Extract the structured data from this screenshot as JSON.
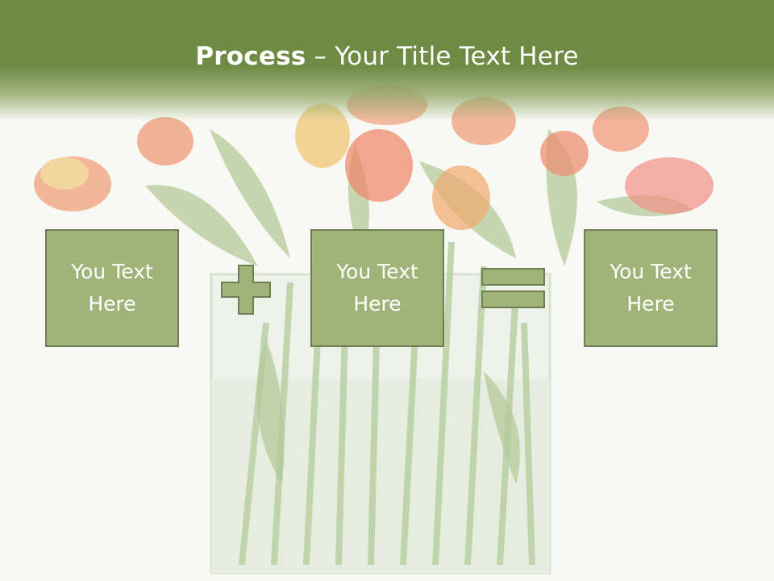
{
  "title": {
    "bold": "Process",
    "separator": " – ",
    "rest": "Your Title Text Here"
  },
  "boxes": [
    {
      "text": "You Text\nHere"
    },
    {
      "text": "You Text\nHere"
    },
    {
      "text": "You Text\nHere"
    }
  ],
  "operators": [
    "plus",
    "equals"
  ],
  "colors": {
    "header": "#6d8a40",
    "box_fill": "#a0b47a",
    "box_border": "#6f7f55",
    "text": "#ffffff"
  }
}
